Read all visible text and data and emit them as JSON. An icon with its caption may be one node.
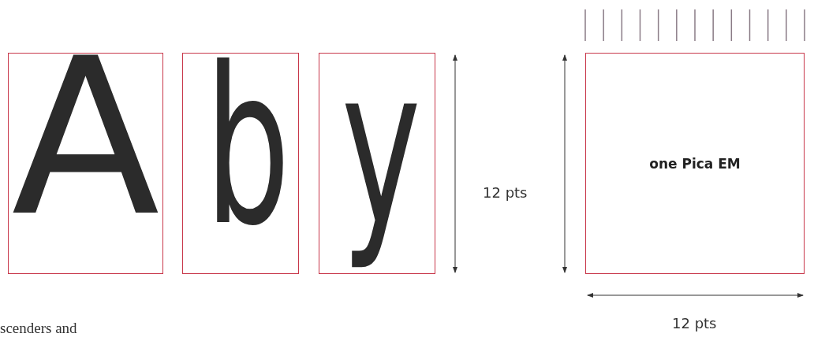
{
  "diagram": {
    "nodes": [
      {
        "text": [
          "A"
        ]
      },
      {
        "text": [
          "b"
        ]
      },
      {
        "text": [
          "y"
        ]
      },
      {
        "text": [
          "one Pica EM"
        ]
      }
    ],
    "labels": [
      "12 pts",
      "12 pts",
      "scenders and"
    ]
  }
}
